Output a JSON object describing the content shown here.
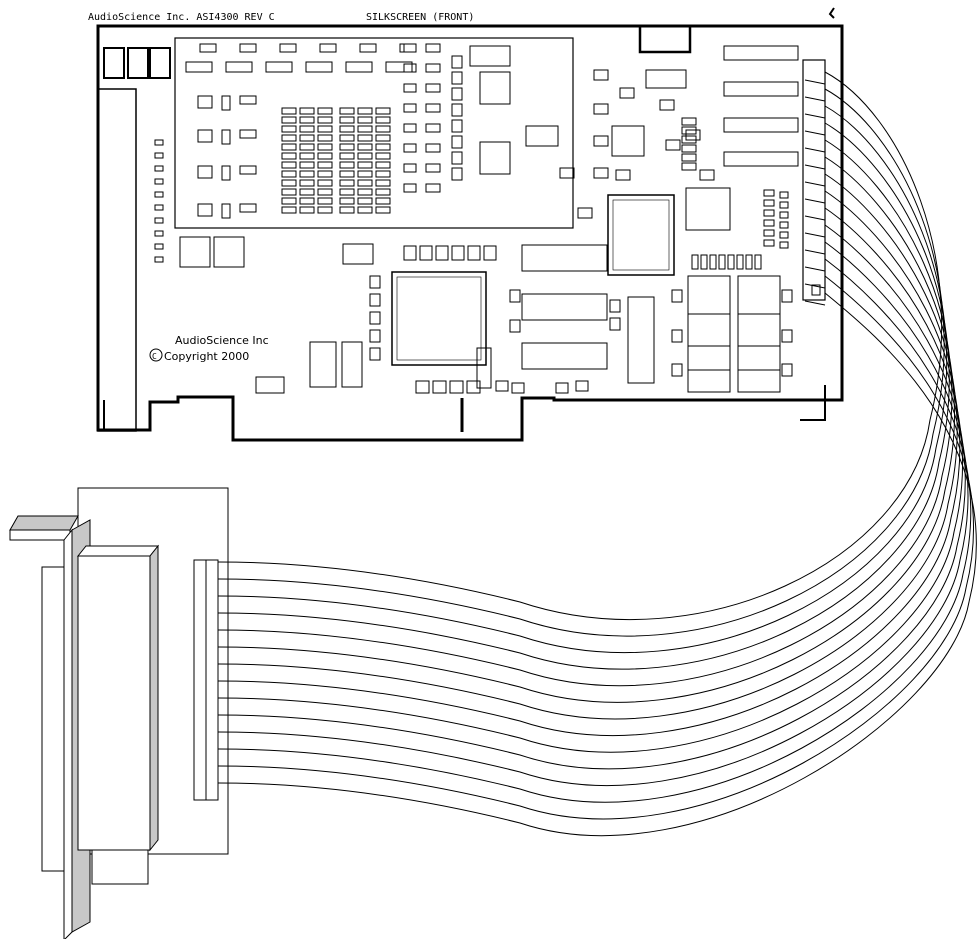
{
  "board": {
    "header_left": "AudioScience Inc. ASI4300 REV C",
    "header_center": "SILKSCREEN (FRONT)",
    "logo_line1": "AudioScience Inc",
    "copyright_symbol": "C",
    "logo_line2": "Copyright 2000"
  },
  "diagram": {
    "cable_wire_count": 14,
    "colors": {
      "line": "#000000",
      "fill": "#ffffff",
      "shade": "#c8c8c8"
    }
  }
}
